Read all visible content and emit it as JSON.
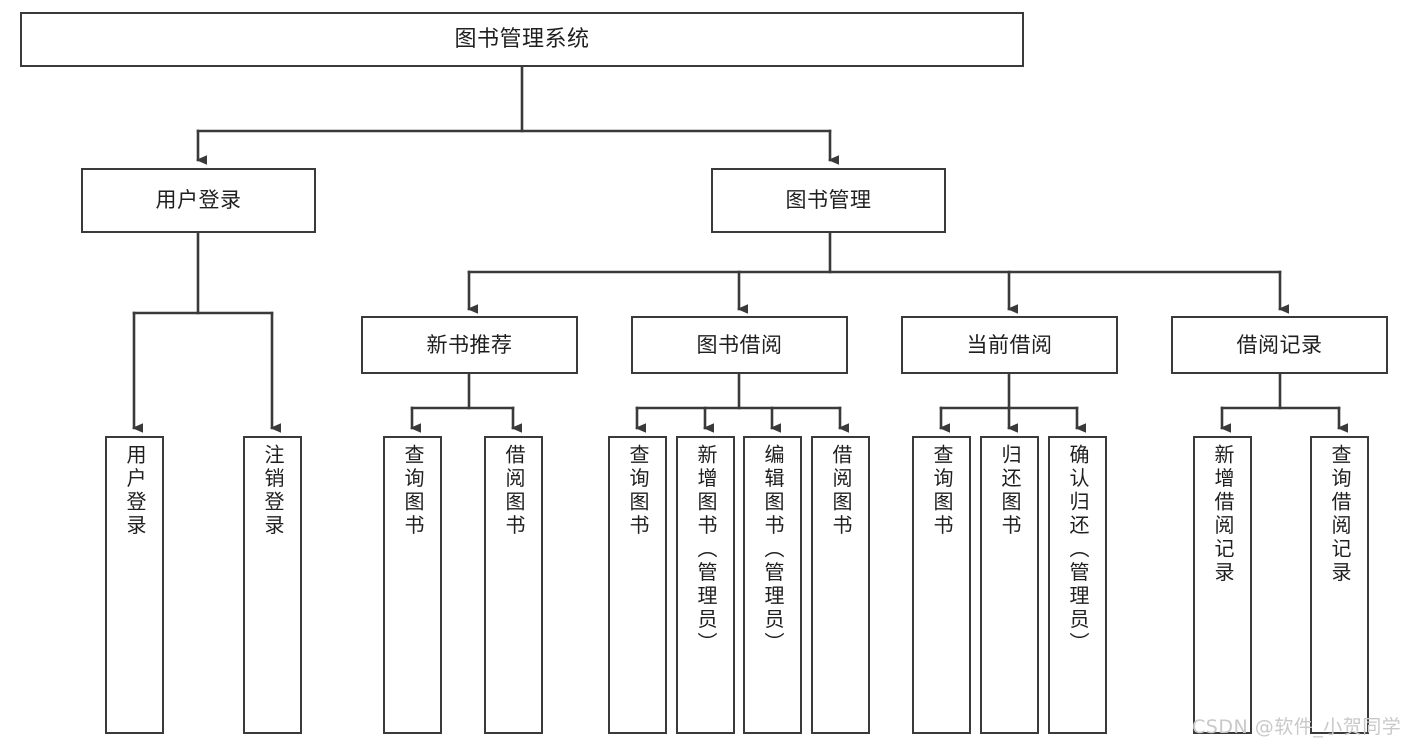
{
  "diagram": {
    "title": "图书管理系统",
    "watermark": "CSDN @软件_小贺同学",
    "stroke_color": "#3a3a3a",
    "text_color": "#1f1f1f",
    "background": "#ffffff"
  },
  "nodes": {
    "root": {
      "label": "图书管理系统"
    },
    "level2": [
      {
        "label": "用户登录"
      },
      {
        "label": "图书管理"
      }
    ],
    "level3": [
      {
        "label": "新书推荐"
      },
      {
        "label": "图书借阅"
      },
      {
        "label": "当前借阅"
      },
      {
        "label": "借阅记录"
      }
    ],
    "leaves": {
      "user_login": [
        {
          "label": "用户登录"
        },
        {
          "label": "注销登录"
        }
      ],
      "new_book": [
        {
          "label": "查询图书"
        },
        {
          "label": "借阅图书"
        }
      ],
      "borrow_book": [
        {
          "label": "查询图书"
        },
        {
          "label": "新增图书（管理员）"
        },
        {
          "label": "编辑图书（管理员）"
        },
        {
          "label": "借阅图书"
        }
      ],
      "current_borrow": [
        {
          "label": "查询图书"
        },
        {
          "label": "归还图书"
        },
        {
          "label": "确认归还（管理员）"
        }
      ],
      "borrow_record": [
        {
          "label": "新增借阅记录"
        },
        {
          "label": "查询借阅记录"
        }
      ]
    }
  }
}
